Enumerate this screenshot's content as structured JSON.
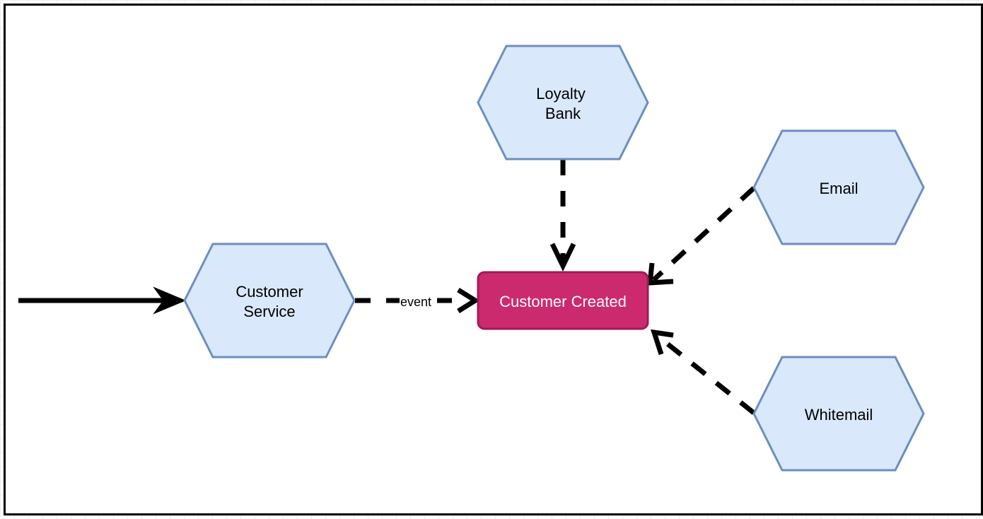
{
  "colors": {
    "service_fill": "#dae8fc",
    "service_stroke": "#6c8ebf",
    "event_fill": "#cc2a6e",
    "event_stroke": "#a01b55",
    "event_text": "#ffffff",
    "edge": "#000000"
  },
  "nodes": {
    "customer_service": {
      "line1": "Customer",
      "line2": "Service"
    },
    "loyalty_bank": {
      "line1": "Loyalty",
      "line2": "Bank"
    },
    "email": {
      "label": "Email"
    },
    "whitemail": {
      "label": "Whitemail"
    },
    "customer_created": {
      "label": "Customer Created"
    }
  },
  "edges": {
    "service_to_event_label": "event"
  }
}
